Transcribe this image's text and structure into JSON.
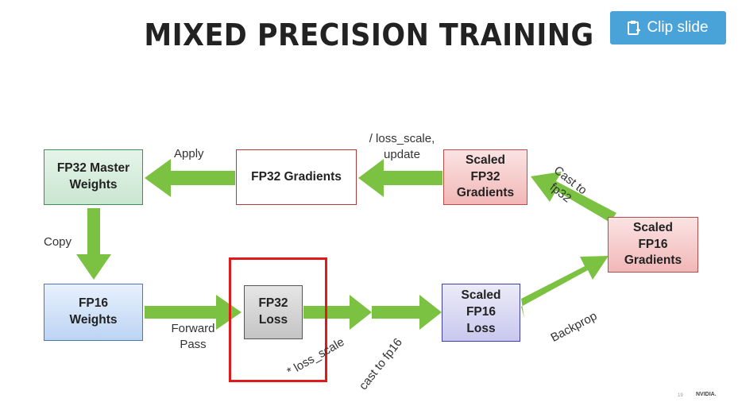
{
  "title": "MIXED PRECISION TRAINING",
  "clip_button": {
    "label": "Clip slide",
    "icon": "clipboard-plus-icon"
  },
  "nodes": {
    "fp32_master": "FP32 Master\nWeights",
    "fp32_gradients": "FP32 Gradients",
    "scaled_fp32_gradients": "Scaled\nFP32\nGradients",
    "scaled_fp16_gradients": "Scaled\nFP16\nGradients",
    "fp16_weights": "FP16\nWeights",
    "fp32_loss": "FP32\nLoss",
    "scaled_fp16_loss": "Scaled\nFP16\nLoss"
  },
  "edges": {
    "apply": "Apply",
    "loss_scale_update": "/ loss_scale,\nupdate",
    "cast_to_fp32": "Cast to\nfp32",
    "copy": "Copy",
    "forward_pass": "Forward\nPass",
    "times_loss_scale": "* loss_scale",
    "cast_to_fp16": "cast to fp16",
    "backprop": "Backprop"
  },
  "footer": {
    "slide_number": "19",
    "logo": "NVIDIA."
  },
  "colors": {
    "arrow": "#7cc242",
    "highlight": "#e0191a",
    "clip_button": "#4aa3d8"
  }
}
